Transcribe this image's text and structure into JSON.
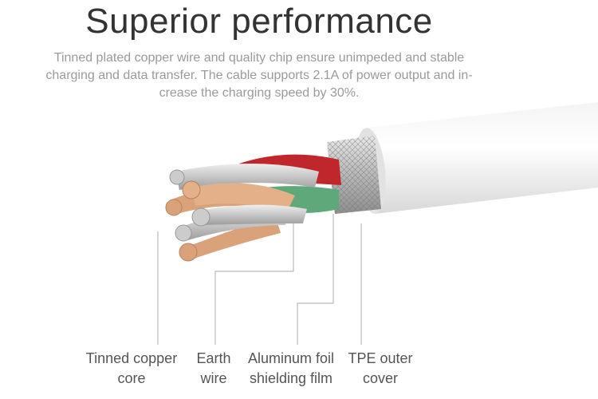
{
  "title": "Superior performance",
  "description": {
    "lines": [
      "Tinned plated copper wire and quality chip ensure unimpeded and stable",
      "charging and data transfer. The cable supports 2.1A of power output and in-",
      "crease the charging speed by 30%."
    ]
  },
  "labels": [
    {
      "line1": "Tinned copper",
      "line2": "core"
    },
    {
      "line1": "Earth",
      "line2": "wire"
    },
    {
      "line1": "Aluminum foil",
      "line2": "shielding film"
    },
    {
      "line1": "TPE outer",
      "line2": "cover"
    }
  ],
  "colors": {
    "red_wire": "#c0272d",
    "green_wire": "#5fa87a",
    "copper": "#d9a27a",
    "leader_line": "#bbbbbb"
  }
}
